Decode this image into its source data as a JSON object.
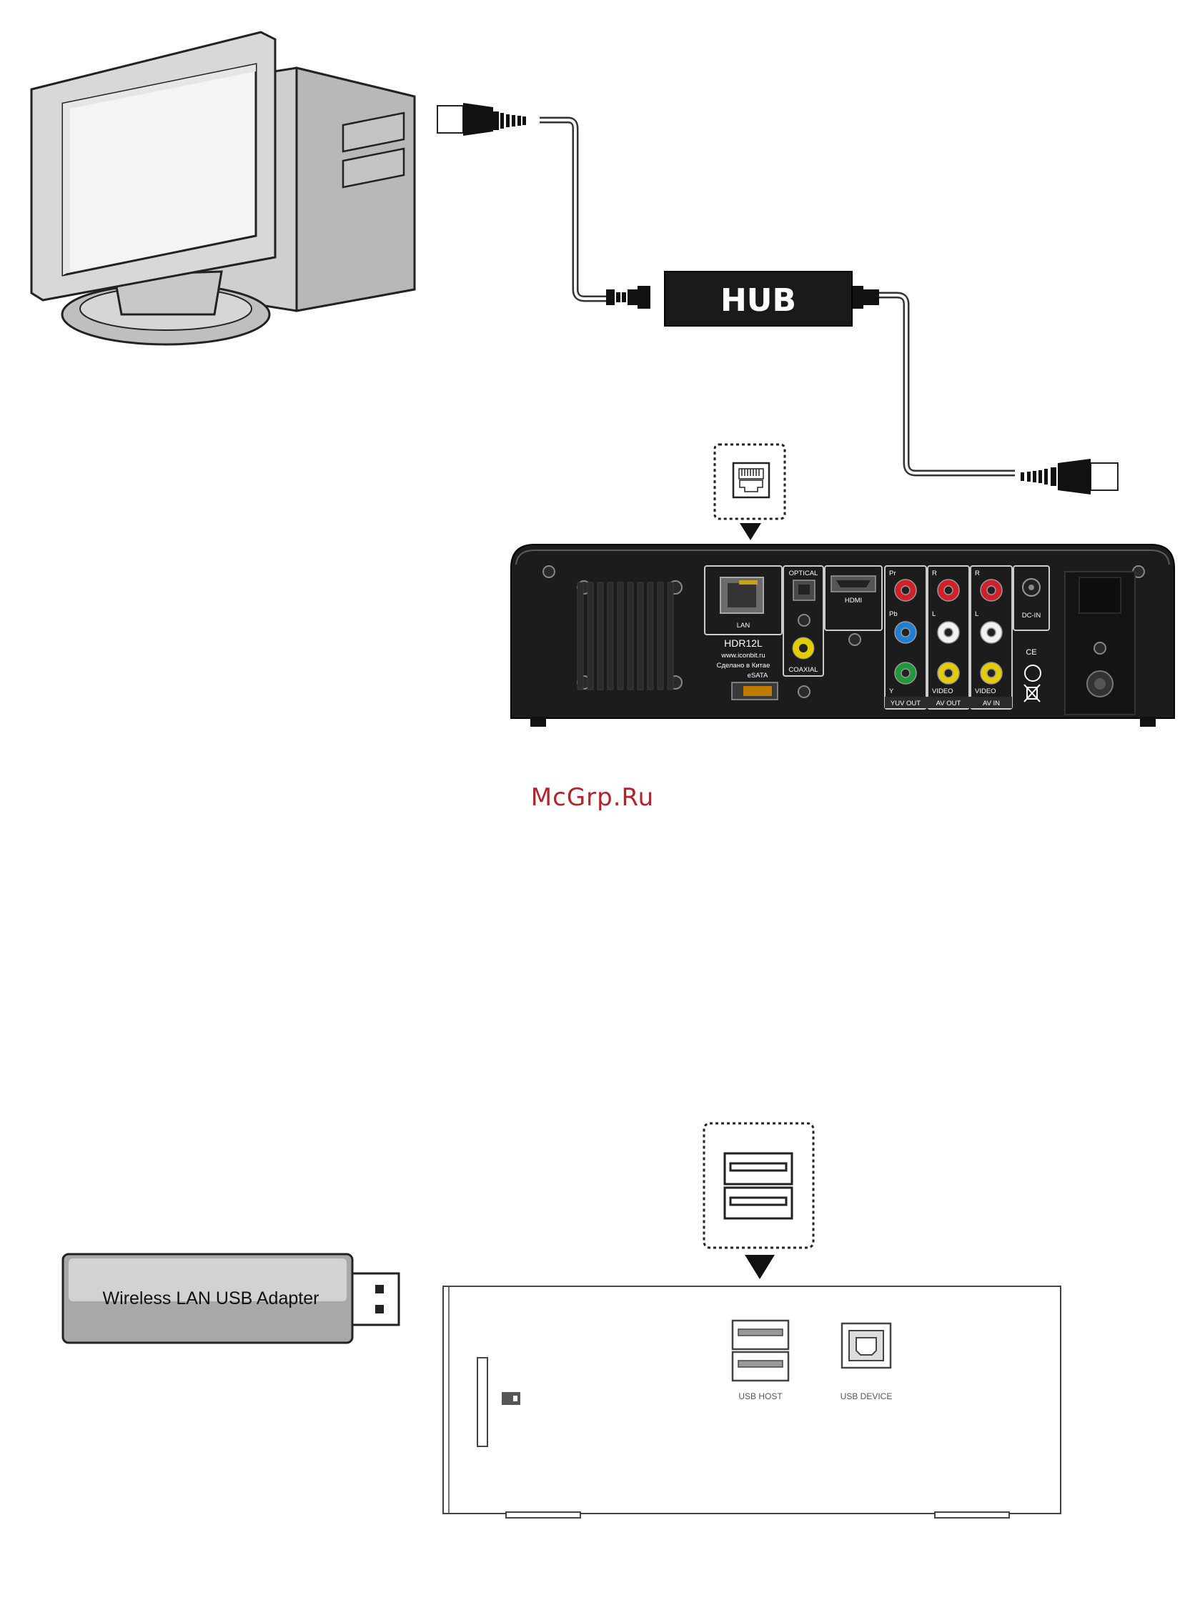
{
  "hub": {
    "label": "HUB"
  },
  "player": {
    "lan_label": "LAN",
    "optical_label": "OPTICAL",
    "hdmi_label": "HDMI",
    "coaxial_label": "COAXIAL",
    "model": "HDR12L",
    "website": "www.iconbit.ru",
    "made_in": "Сделано в Китае",
    "esata_label": "eSATA",
    "dcin_label": "DC-IN",
    "pr_label": "Pr",
    "pb_label": "Pb",
    "y_label": "Y",
    "r_label": "R",
    "l_label": "L",
    "video_label": "VIDEO",
    "yuv_out": "YUV OUT",
    "av_out": "AV OUT",
    "av_in": "AV IN",
    "ce_mark": "CE"
  },
  "watermark": {
    "text": "McGrp.Ru"
  },
  "adapter": {
    "label": "Wireless LAN USB Adapter"
  },
  "front_panel": {
    "usb_host": "USB HOST",
    "usb_device": "USB DEVICE"
  }
}
